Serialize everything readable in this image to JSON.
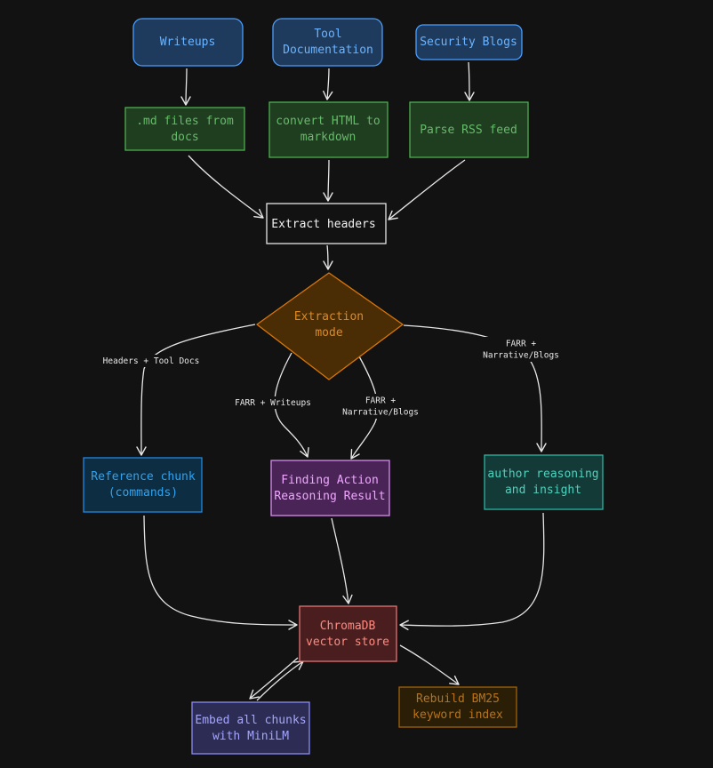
{
  "nodes": {
    "writeups": {
      "lines": [
        "Writeups"
      ]
    },
    "tool_docs": {
      "lines": [
        "Tool",
        "Documentation"
      ]
    },
    "security_blogs": {
      "lines": [
        "Security Blogs"
      ]
    },
    "md_files": {
      "lines": [
        ".md files from",
        "docs"
      ]
    },
    "convert_html": {
      "lines": [
        "convert HTML to",
        "markdown"
      ]
    },
    "parse_rss": {
      "lines": [
        "Parse RSS feed"
      ]
    },
    "extract_headers": {
      "lines": [
        "Extract headers"
      ]
    },
    "extraction_mode": {
      "lines": [
        "Extraction",
        "mode"
      ]
    },
    "reference_chunk": {
      "lines": [
        "Reference chunk",
        "(commands)"
      ]
    },
    "farr_result": {
      "lines": [
        "Finding Action",
        "Reasoning Result"
      ]
    },
    "author_reasoning": {
      "lines": [
        "author reasoning",
        "and insight"
      ]
    },
    "chromadb": {
      "lines": [
        "ChromaDB",
        "vector store"
      ]
    },
    "embed_chunks": {
      "lines": [
        "Embed all chunks",
        "with MiniLM"
      ]
    },
    "rebuild_bm25": {
      "lines": [
        "Rebuild BM25",
        "keyword index"
      ]
    }
  },
  "edge_labels": {
    "headers_tool_docs": {
      "lines": [
        "Headers + Tool Docs"
      ]
    },
    "farr_writeups": {
      "lines": [
        "FARR + Writeups"
      ]
    },
    "farr_narrative_center": {
      "lines": [
        "FARR +",
        "Narrative/Blogs"
      ]
    },
    "farr_narrative_right": {
      "lines": [
        "FARR +",
        "Narrative/Blogs"
      ]
    }
  },
  "colors": {
    "background": "#121212",
    "blue_fill": "#1e3a5c",
    "blue_stroke": "#4a9eff",
    "blue_text": "#6cb4ff",
    "green_fill": "#1f3d1f",
    "green_stroke": "#4caf50",
    "green_text": "#66bb6a",
    "white_stroke": "#e6e6e6",
    "orange_fill": "#4a2c05",
    "orange_stroke": "#d97706",
    "orange_text": "#e08a1e",
    "cyan_fill": "#0c2d42",
    "cyan_stroke": "#1e88e5",
    "cyan_text": "#2ea3f2",
    "purple_fill": "#4a2457",
    "purple_stroke": "#d78cf0",
    "purple_text": "#f0a6ff",
    "teal_fill": "#133a36",
    "teal_stroke": "#2bb6a3",
    "teal_text": "#4fd1be",
    "red_fill": "#4a1e1e",
    "red_stroke": "#e57373",
    "red_text": "#ff8a80",
    "brown_fill": "#2a1e06",
    "brown_stroke": "#a0620a",
    "brown_text": "#b8731a",
    "indigo_fill": "#2c2c55",
    "indigo_stroke": "#8c8cf5",
    "indigo_text": "#a5a5ff",
    "edge": "#e6e6e6"
  }
}
